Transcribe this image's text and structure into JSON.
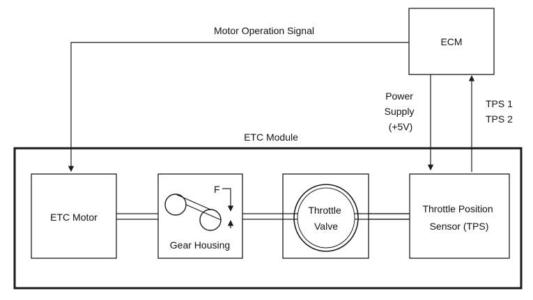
{
  "labels": {
    "motor_signal": "Motor Operation Signal",
    "ecm": "ECM",
    "power_supply": [
      "Power",
      "Supply",
      "(+5V)"
    ],
    "tps_signals": [
      "TPS 1",
      "TPS 2"
    ],
    "etc_module": "ETC Module",
    "etc_motor": "ETC Motor",
    "gear_housing": "Gear Housing",
    "force": "F",
    "throttle_valve": [
      "Throttle",
      "Valve"
    ],
    "tps": [
      "Throttle Position",
      "Sensor (TPS)"
    ]
  },
  "colors": {
    "stroke": "#1a1a1a",
    "background": "#ffffff"
  }
}
